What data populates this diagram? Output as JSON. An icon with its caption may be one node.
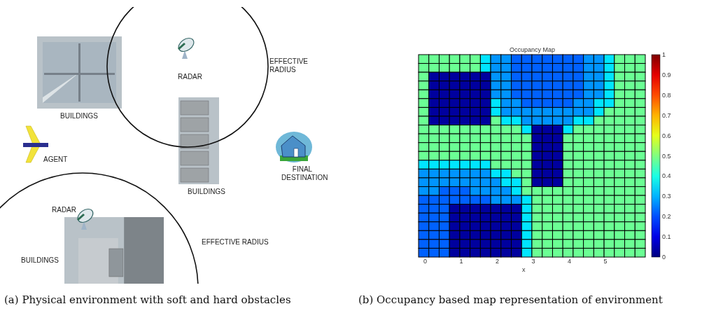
{
  "diagram": {
    "labels": [
      "RADAR",
      "EFFECTIVE RADIUS",
      "BUILDINGS",
      "AGENT",
      "BUILDINGS",
      "FINAL DESTINATION",
      "RADAR",
      "EFFECTIVE RADIUS",
      "BUILDINGS",
      "Occupancy Map",
      "0",
      "1",
      "2",
      "3",
      "4",
      "5",
      "x",
      "1",
      "0.9",
      "0.8",
      "0.7",
      "0.6",
      "0.5",
      "0.4",
      "0.3",
      "0.2",
      "0.1",
      "0",
      "(a) Physical environment with soft and hard obstacles",
      "(b) Occupancy based map representation of environment"
    ]
  }
}
